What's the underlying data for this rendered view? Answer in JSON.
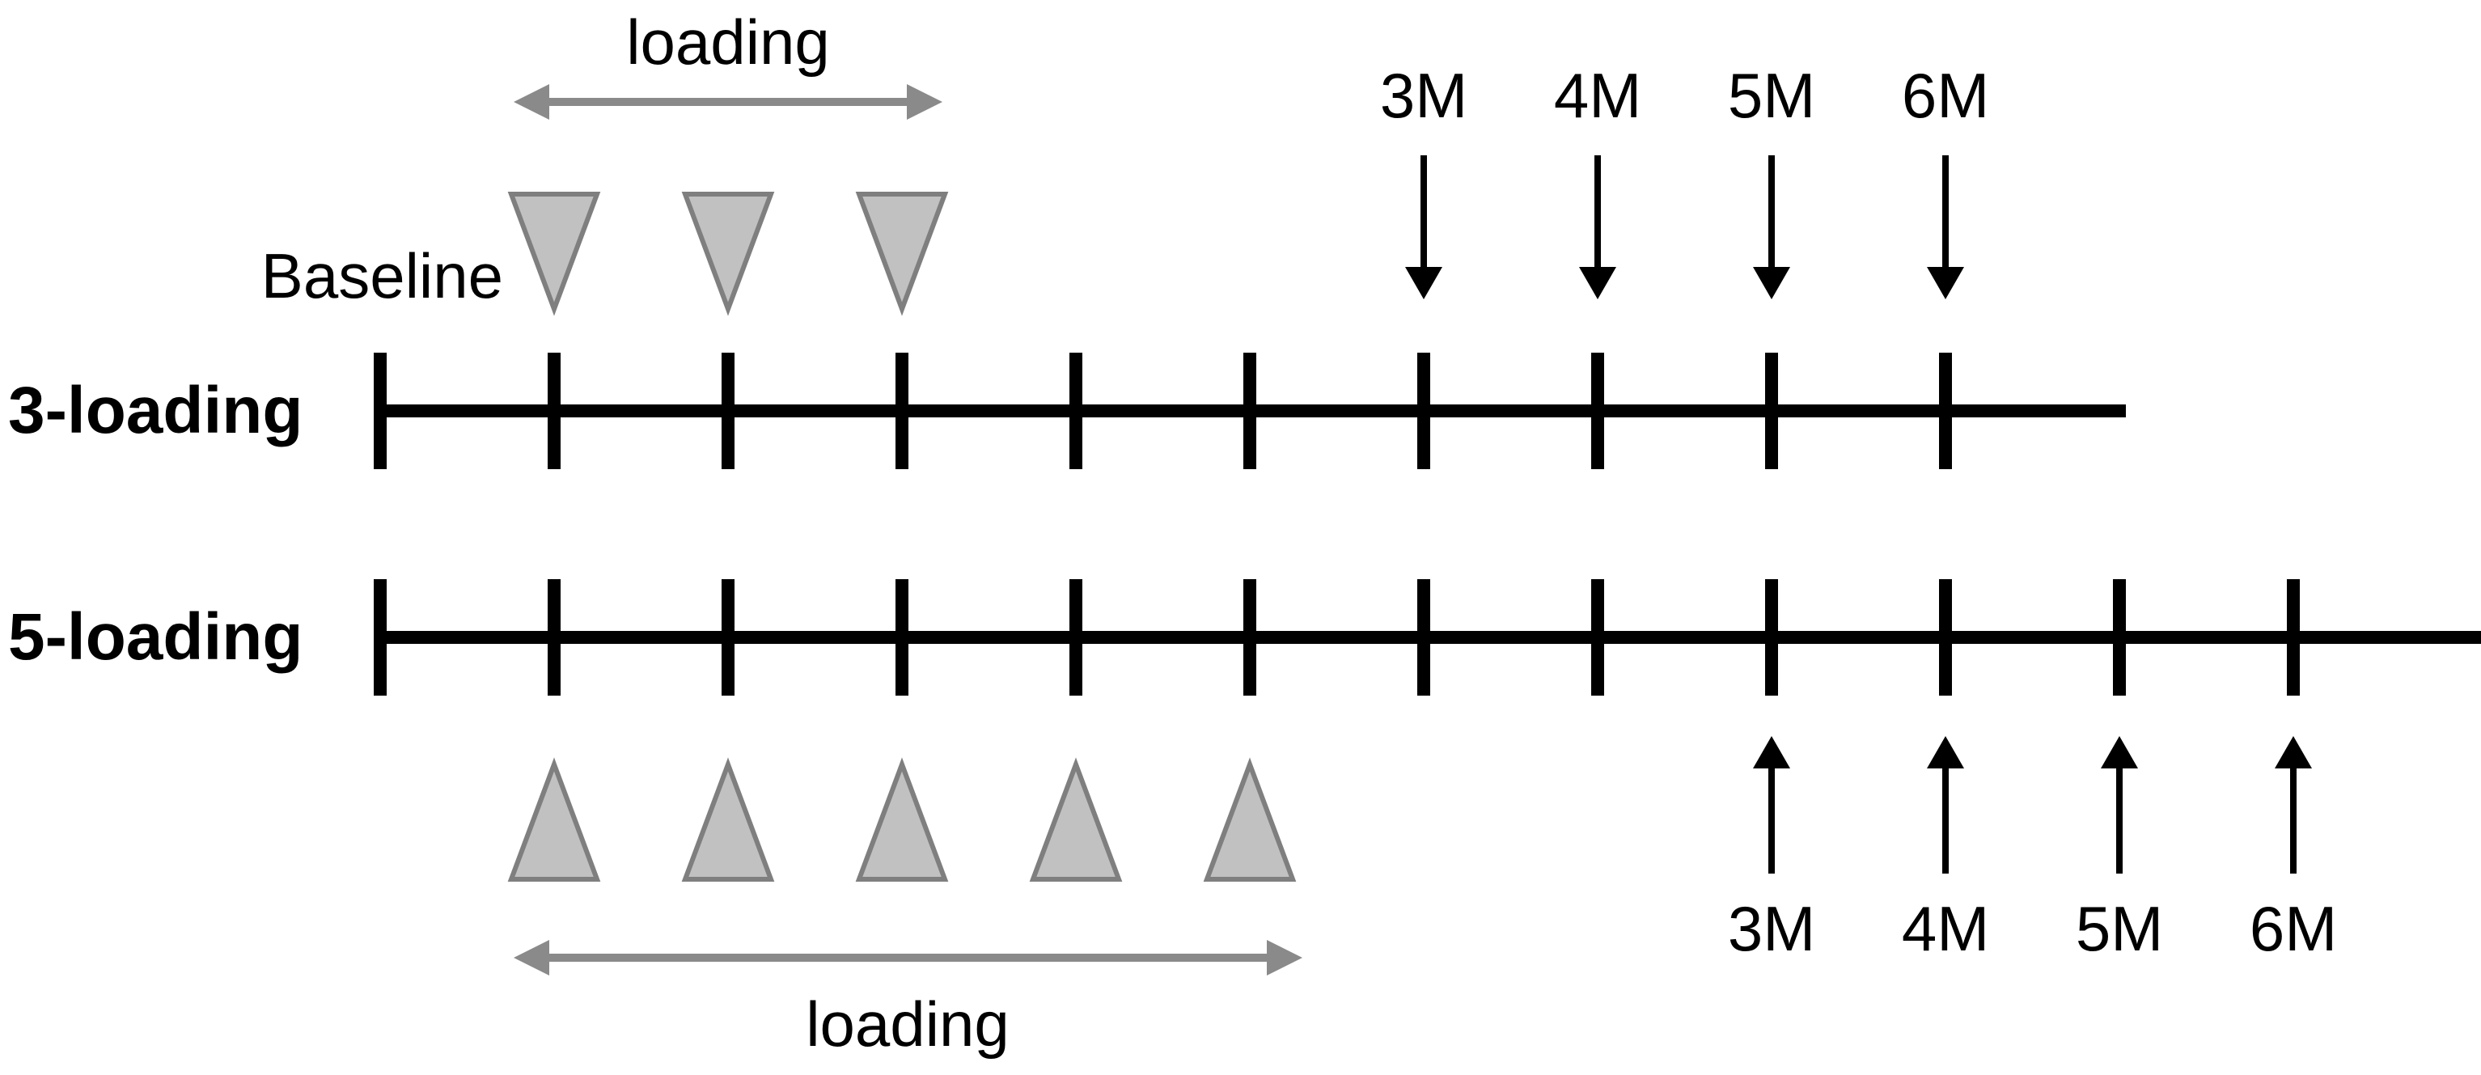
{
  "diagram": {
    "labels": {
      "loading_top": "loading",
      "baseline": "Baseline",
      "row1": "3-loading",
      "row2": "5-loading",
      "loading_bottom": "loading"
    },
    "months_top": [
      "3M",
      "4M",
      "5M",
      "6M"
    ],
    "months_bottom": [
      "3M",
      "4M",
      "5M",
      "6M"
    ],
    "colors": {
      "ink": "#000000",
      "arrow_gray": "#8a8a8a",
      "triangle_fill": "#c1c1c1",
      "triangle_stroke": "#7f7f7f",
      "background": "#ffffff"
    },
    "timelines": [
      {
        "label": "3-loading",
        "tick_count": 10,
        "loading_tick_indices": [
          1,
          2,
          3
        ],
        "loading_marker": "down-triangle-above",
        "followup_tick_indices": [
          6,
          7,
          8,
          9
        ],
        "followup_labels": [
          "3M",
          "4M",
          "5M",
          "6M"
        ],
        "followup_arrow": "down-arrow-above"
      },
      {
        "label": "5-loading",
        "tick_count": 12,
        "loading_tick_indices": [
          1,
          2,
          3,
          4,
          5
        ],
        "loading_marker": "up-triangle-below",
        "followup_tick_indices": [
          8,
          9,
          10,
          11
        ],
        "followup_labels": [
          "3M",
          "4M",
          "5M",
          "6M"
        ],
        "followup_arrow": "up-arrow-below"
      }
    ]
  }
}
